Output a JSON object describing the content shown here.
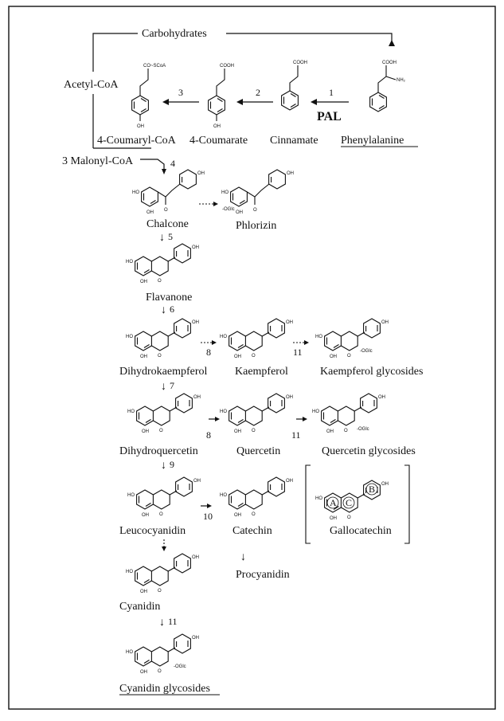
{
  "nodes": {
    "carbohydrates": "Carbohydrates",
    "acetyl_coa": "Acetyl-CoA",
    "coumaryl_coa": "4-Coumaryl-CoA",
    "coumarate": "4-Coumarate",
    "cinnamate": "Cinnamate",
    "phenylalanine": "Phenylalanine",
    "malonyl_coa": "3 Malonyl-CoA",
    "chalcone": "Chalcone",
    "phlorizin": "Phlorizin",
    "flavanone": "Flavanone",
    "dihydrokaempferol": "Dihydrokaempferol",
    "kaempferol": "Kaempferol",
    "kaempferol_glycosides": "Kaempferol glycosides",
    "dihydroquercetin": "Dihydroquercetin",
    "quercetin": "Quercetin",
    "quercetin_glycosides": "Quercetin glycosides",
    "leucocyanidin": "Leucocyanidin",
    "catechin": "Catechin",
    "gallocatechin": "Gallocatechin",
    "procyanidin": "Procyanidin",
    "cyanidin": "Cyanidin",
    "cyanidin_glycosides": "Cyanidin glycosides"
  },
  "enzyme": "PAL",
  "steps": {
    "s1": "1",
    "s2": "2",
    "s3": "3",
    "s4": "4",
    "s5": "5",
    "s6": "6",
    "s7": "7",
    "s8a": "8",
    "s8b": "8",
    "s9": "9",
    "s10": "10",
    "s11a": "11",
    "s11b": "11",
    "s11c": "11"
  },
  "ring_letters": {
    "a": "A",
    "c": "C",
    "b": "B"
  },
  "groups": {
    "cooh": "COOH",
    "coscoa": "CO~SCoA",
    "oh": "OH",
    "nh2": "NH₂",
    "oglc": "-OGlc"
  }
}
